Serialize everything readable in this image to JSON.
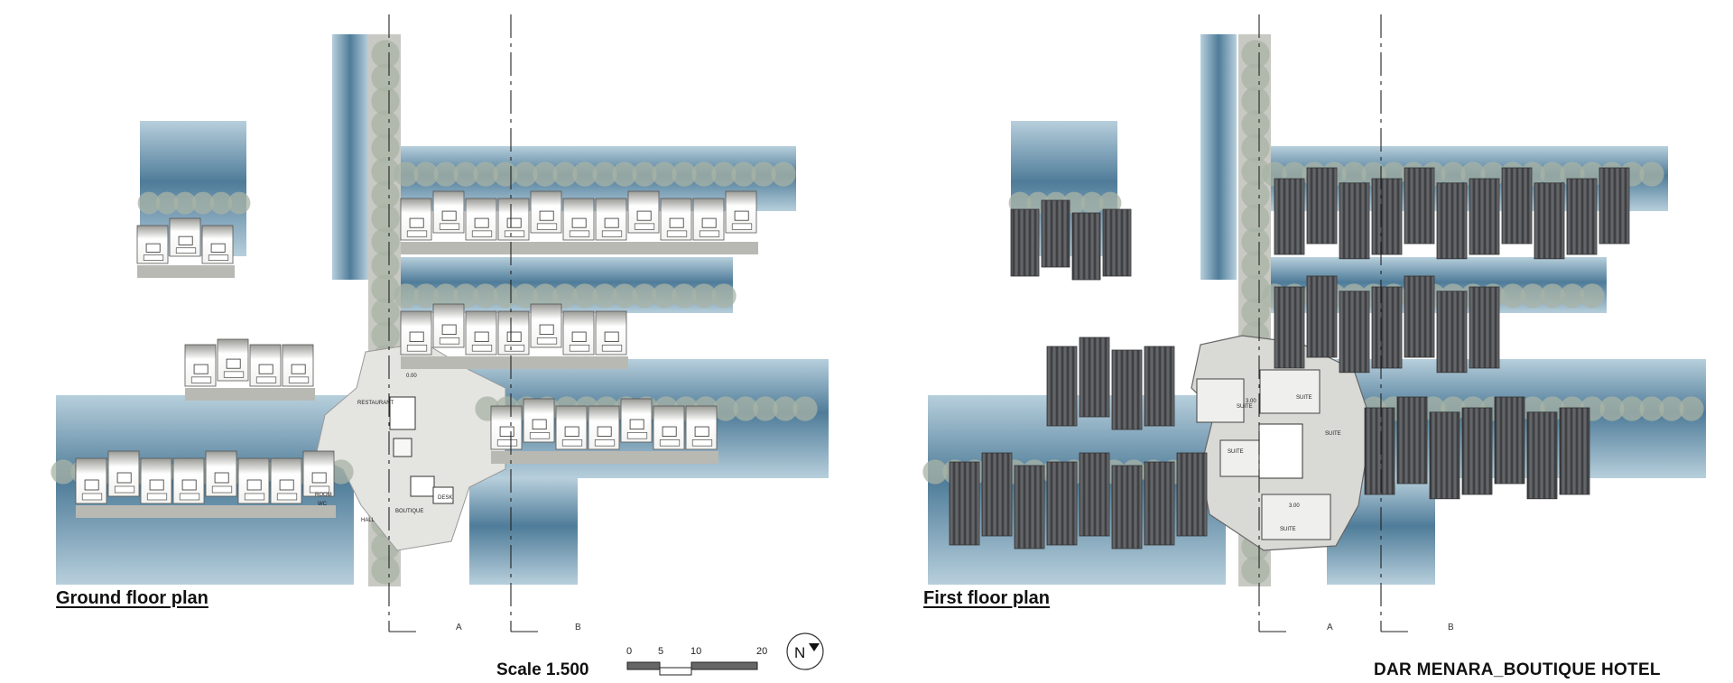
{
  "sheet": {
    "project_title": "DAR MENARA_BOUTIQUE HOTEL",
    "scale_label": "Scale 1.500"
  },
  "plans": [
    {
      "id": "ground",
      "title": "Ground floor plan",
      "labels": {
        "restaurant": "RESTAURANT",
        "boutique": "BOUTIQUE",
        "desk": "DESK",
        "room": "ROOM",
        "wc": "WC",
        "hall": "HALL",
        "level": "0.00"
      },
      "section_marks": [
        "A",
        "B"
      ]
    },
    {
      "id": "first",
      "title": "First floor plan",
      "labels": {
        "suite": "SUITE",
        "level": "3.00"
      },
      "section_marks": [
        "A",
        "B"
      ]
    }
  ],
  "scale_bar": {
    "ticks": [
      "0",
      "5",
      "10",
      "20"
    ]
  },
  "north_arrow": {
    "label": "N"
  },
  "colors": {
    "water_dark": "#4f7c99",
    "water_light": "#b7cfdc",
    "paving": "#e4e4e1",
    "walkway": "#c9c9c4",
    "tree": "#a8b3a5",
    "roof": "#4f4f53",
    "line": "#222222"
  }
}
